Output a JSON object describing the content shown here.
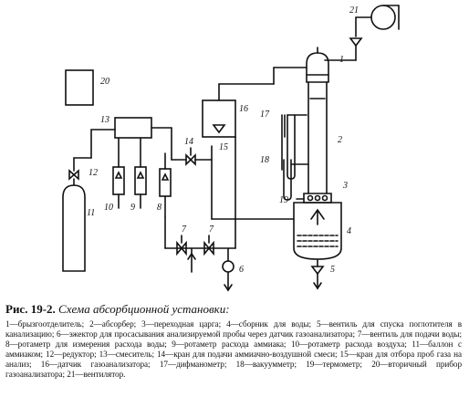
{
  "figure": {
    "number": "Рис. 19-2.",
    "title": "Схема абсорбционной установки:",
    "legend": "1—брызгоотделитель; 2—абсорбер; 3—переходная царга; 4—сборник для воды; 5—вентиль для спуска поглотителя в канализацию; 6—эжектор для просасывания анализируемой пробы через датчик газоанализатора; 7—вентиль для подачи воды; 8—ротаметр для измерения расхода воды; 9—ротаметр расхода аммиака; 10—ротаметр расхода воздуха; 11—баллон с аммиаком; 12—редуктор; 13—смеситель; 14—кран для подачи аммиачно-воздушной смеси; 15—кран для отбора проб газа на анализ; 16—датчик газоанализатора; 17—дифманометр; 18—вакуумметр; 19—термометр; 20—вторичный прибор газоанализатора; 21—вентилятор."
  },
  "labels": {
    "n1": "1",
    "n2": "2",
    "n3": "3",
    "n4": "4",
    "n5": "5",
    "n6": "6",
    "n7a": "7",
    "n7b": "7",
    "n8": "8",
    "n9": "9",
    "n10": "10",
    "n11": "11",
    "n12": "12",
    "n13": "13",
    "n14": "14",
    "n15": "15",
    "n16": "16",
    "n17": "17",
    "n18": "18",
    "n19": "19",
    "n20": "20",
    "n21": "21"
  }
}
